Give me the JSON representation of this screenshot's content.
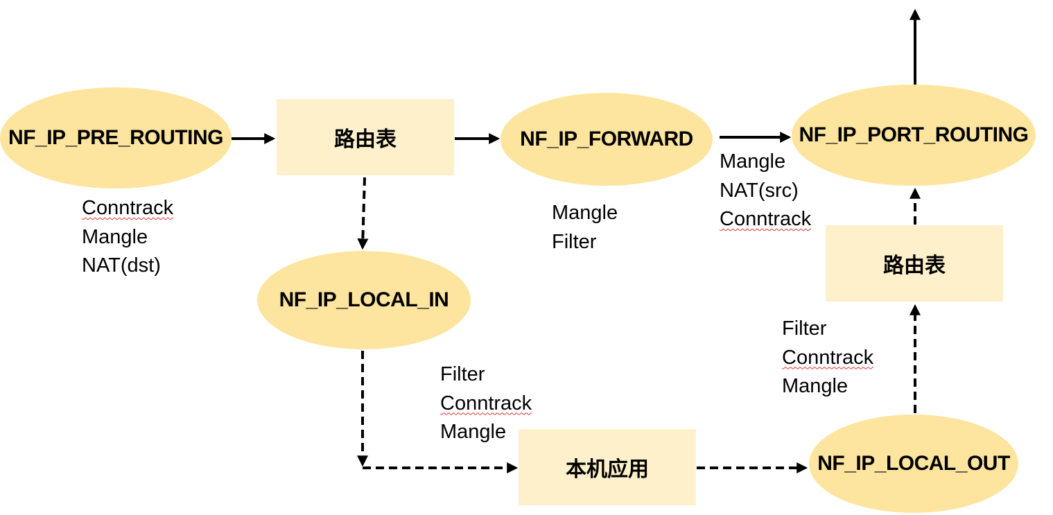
{
  "nodes": {
    "pre_routing": "NF_IP_PRE_ROUTING",
    "route_table_1": "路由表",
    "forward": "NF_IP_FORWARD",
    "post_routing": "NF_IP_PORT_ROUTING",
    "local_in": "NF_IP_LOCAL_IN",
    "local_app": "本机应用",
    "local_out": "NF_IP_LOCAL_OUT",
    "route_table_2": "路由表"
  },
  "tables": {
    "pre_routing": [
      "Conntrack",
      "Mangle",
      "NAT(dst)"
    ],
    "forward": [
      "Mangle",
      "Filter"
    ],
    "post_routing": [
      "Mangle",
      "NAT(src)",
      "Conntrack"
    ],
    "local_in": [
      "Filter",
      "Conntrack",
      "Mangle"
    ],
    "local_out": [
      "Filter",
      "Conntrack",
      "Mangle"
    ]
  },
  "colors": {
    "hook_fill": "#fde59f",
    "route_fill": "#fff0cc",
    "arrow": "#000000",
    "spellcheck_underline": "#e03030"
  }
}
